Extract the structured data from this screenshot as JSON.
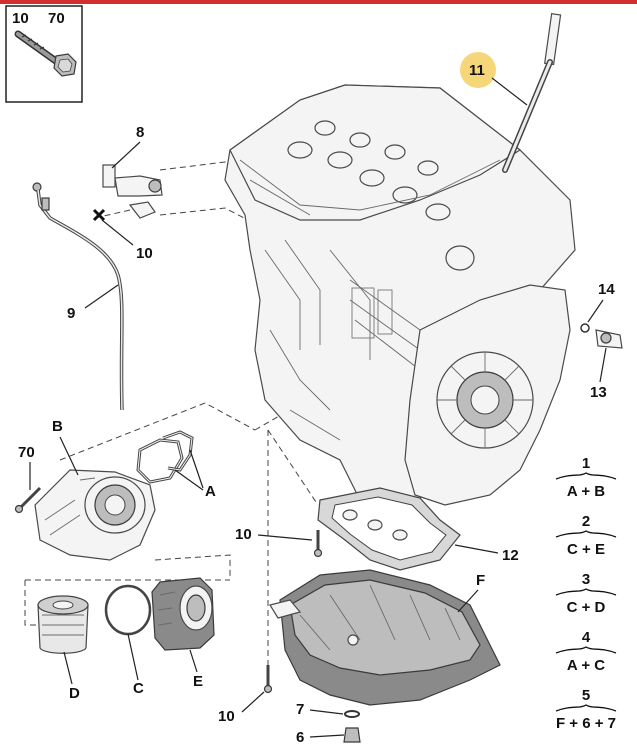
{
  "bolt_box": {
    "left_number": "10",
    "right_number": "70"
  },
  "part_labels": {
    "p11": "11",
    "p8": "8",
    "p10_sensor": "10",
    "p9": "9",
    "p14": "14",
    "p13": "13",
    "pB": "B",
    "p70": "70",
    "pA": "A",
    "p10_pan": "10",
    "p12": "12",
    "pF": "F",
    "pD": "D",
    "pC": "C",
    "pE": "E",
    "p10_bottom": "10",
    "p7": "7",
    "p6": "6"
  },
  "legend": [
    {
      "number": "1",
      "combo": "A + B"
    },
    {
      "number": "2",
      "combo": "C + E"
    },
    {
      "number": "3",
      "combo": "C + D"
    },
    {
      "number": "4",
      "combo": "A + C"
    },
    {
      "number": "5",
      "combo": "F + 6 + 7"
    }
  ],
  "colors": {
    "top_bar": "#d32f2f",
    "highlight_circle": "#f5d77a"
  }
}
